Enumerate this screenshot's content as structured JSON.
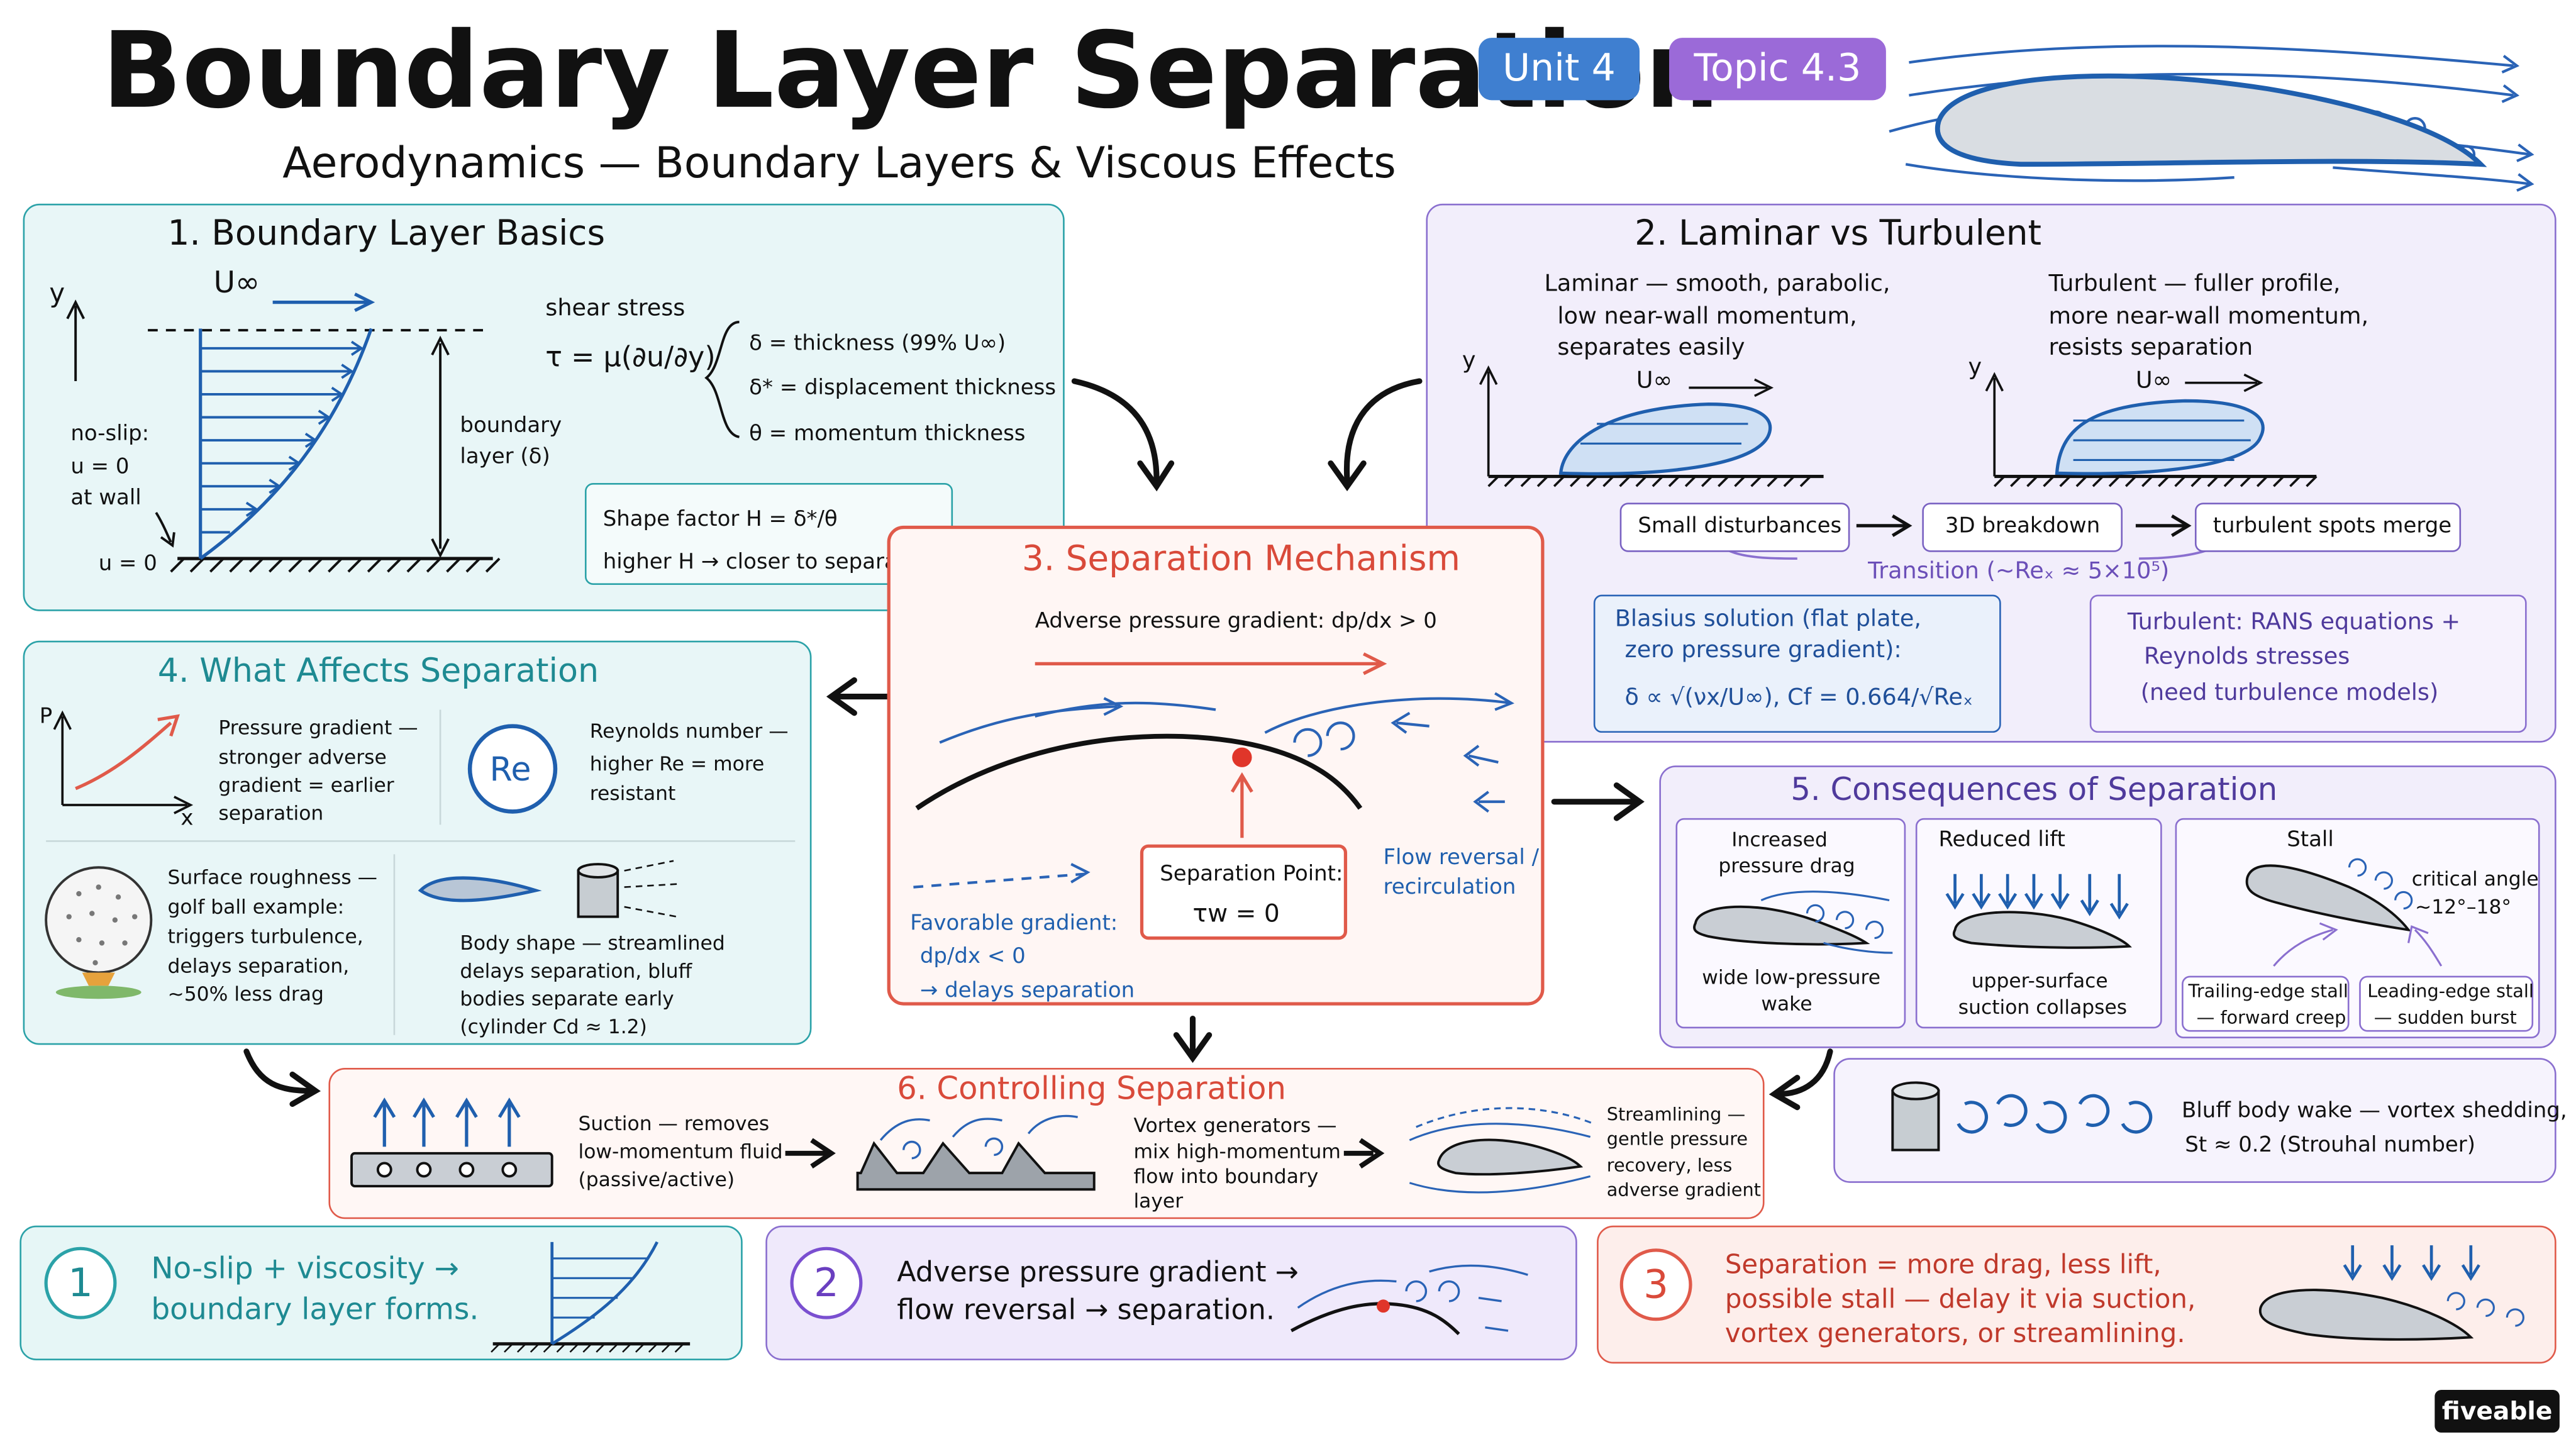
{
  "header": {
    "title": "Boundary Layer Separation",
    "tag_unit": "Unit 4",
    "tag_topic": "Topic 4.3",
    "subtitle": "Aerodynamics — Boundary Layers & Viscous Effects"
  },
  "panel1": {
    "title": "1. Boundary Layer Basics",
    "y_label": "y",
    "u_inf": "U∞",
    "no_slip": [
      "no-slip:",
      "u = 0",
      "at wall"
    ],
    "u_zero": "u = 0",
    "bl_label": [
      "boundary",
      "layer (δ)"
    ],
    "shear_label": "shear stress",
    "shear_formula": "τ = μ(∂u/∂y)",
    "defs": [
      "δ = thickness (99% U∞)",
      "δ* = displacement thickness",
      "θ = momentum thickness"
    ],
    "shape_factor": "Shape factor H = δ*/θ",
    "shape_note": "higher H → closer to separation"
  },
  "panel2": {
    "title": "2. Laminar vs Turbulent",
    "laminar_text": [
      "Laminar — smooth, parabolic,",
      "low near-wall momentum,",
      "separates easily"
    ],
    "turbulent_text": [
      "Turbulent — fuller profile,",
      "more near-wall momentum,",
      "resists separation"
    ],
    "y_label": "y",
    "u_inf": "U∞",
    "flow_steps": [
      "Small disturbances",
      "3D breakdown",
      "turbulent spots merge"
    ],
    "transition": "Transition (~Reₓ ≈ 5×10⁵)",
    "blasius": [
      "Blasius solution (flat plate,",
      "zero pressure gradient):",
      "δ ∝ √(νx/U∞),  Cf = 0.664/√Reₓ"
    ],
    "rans": [
      "Turbulent: RANS equations +",
      "Reynolds stresses",
      "(need turbulence models)"
    ]
  },
  "panel3": {
    "title": "3. Separation Mechanism",
    "adverse": "Adverse pressure gradient: dp/dx > 0",
    "favorable": [
      "Favorable gradient:",
      "dp/dx < 0",
      "→ delays separation"
    ],
    "sep_point": [
      "Separation Point:",
      "τw = 0"
    ],
    "reversal": [
      "Flow reversal /",
      "recirculation"
    ]
  },
  "panel4": {
    "title": "4. What Affects Separation",
    "p_label": "P",
    "x_label": "x",
    "pressure_text": [
      "Pressure gradient —",
      "stronger adverse",
      "gradient = earlier",
      "separation"
    ],
    "re_symbol": "Re",
    "re_text": [
      "Reynolds number —",
      "higher Re = more",
      "resistant"
    ],
    "rough_text": [
      "Surface roughness —",
      "golf ball example:",
      "triggers turbulence,",
      "delays separation,",
      "~50% less drag"
    ],
    "shape_text": [
      "Body shape — streamlined",
      "delays separation, bluff",
      "bodies separate early",
      "(cylinder Cd ≈ 1.2)"
    ]
  },
  "panel5": {
    "title": "5. Consequences of Separation",
    "drag": [
      "Increased",
      "pressure drag"
    ],
    "drag_note": [
      "wide low-pressure",
      "wake"
    ],
    "lift": "Reduced lift",
    "lift_note": [
      "upper-surface",
      "suction collapses"
    ],
    "stall": "Stall",
    "critical": [
      "critical angle",
      "~12°–18°"
    ],
    "te_stall": [
      "Trailing-edge stall",
      "— forward creep"
    ],
    "le_stall": [
      "Leading-edge stall",
      "— sudden burst"
    ],
    "bluff": [
      "Bluff body wake — vortex shedding,",
      "St ≈ 0.2 (Strouhal number)"
    ]
  },
  "panel6": {
    "title": "6. Controlling Separation",
    "suction": [
      "Suction — removes",
      "low-momentum fluid",
      "(passive/active)"
    ],
    "vortex": [
      "Vortex generators —",
      "mix high-momentum",
      "flow into boundary",
      "layer"
    ],
    "streamlining": [
      "Streamlining —",
      "gentle pressure",
      "recovery, less",
      "adverse gradient"
    ]
  },
  "summary": [
    {
      "num": "1",
      "lines": [
        "No-slip + viscosity →",
        "boundary layer forms."
      ]
    },
    {
      "num": "2",
      "lines": [
        "Adverse pressure gradient →",
        "flow reversal → separation."
      ]
    },
    {
      "num": "3",
      "lines": [
        "Separation = more drag, less lift,",
        "possible stall — delay it via suction,",
        "vortex generators, or streamlining."
      ]
    }
  ],
  "logo": "fiveable",
  "colors": {
    "teal": "#2ba2a8",
    "purple": "#8a6fcf",
    "red": "#e05a4a",
    "blue": "#1f5fae",
    "tag_unit": "#3f7fd0",
    "tag_topic": "#9b6ad8"
  }
}
